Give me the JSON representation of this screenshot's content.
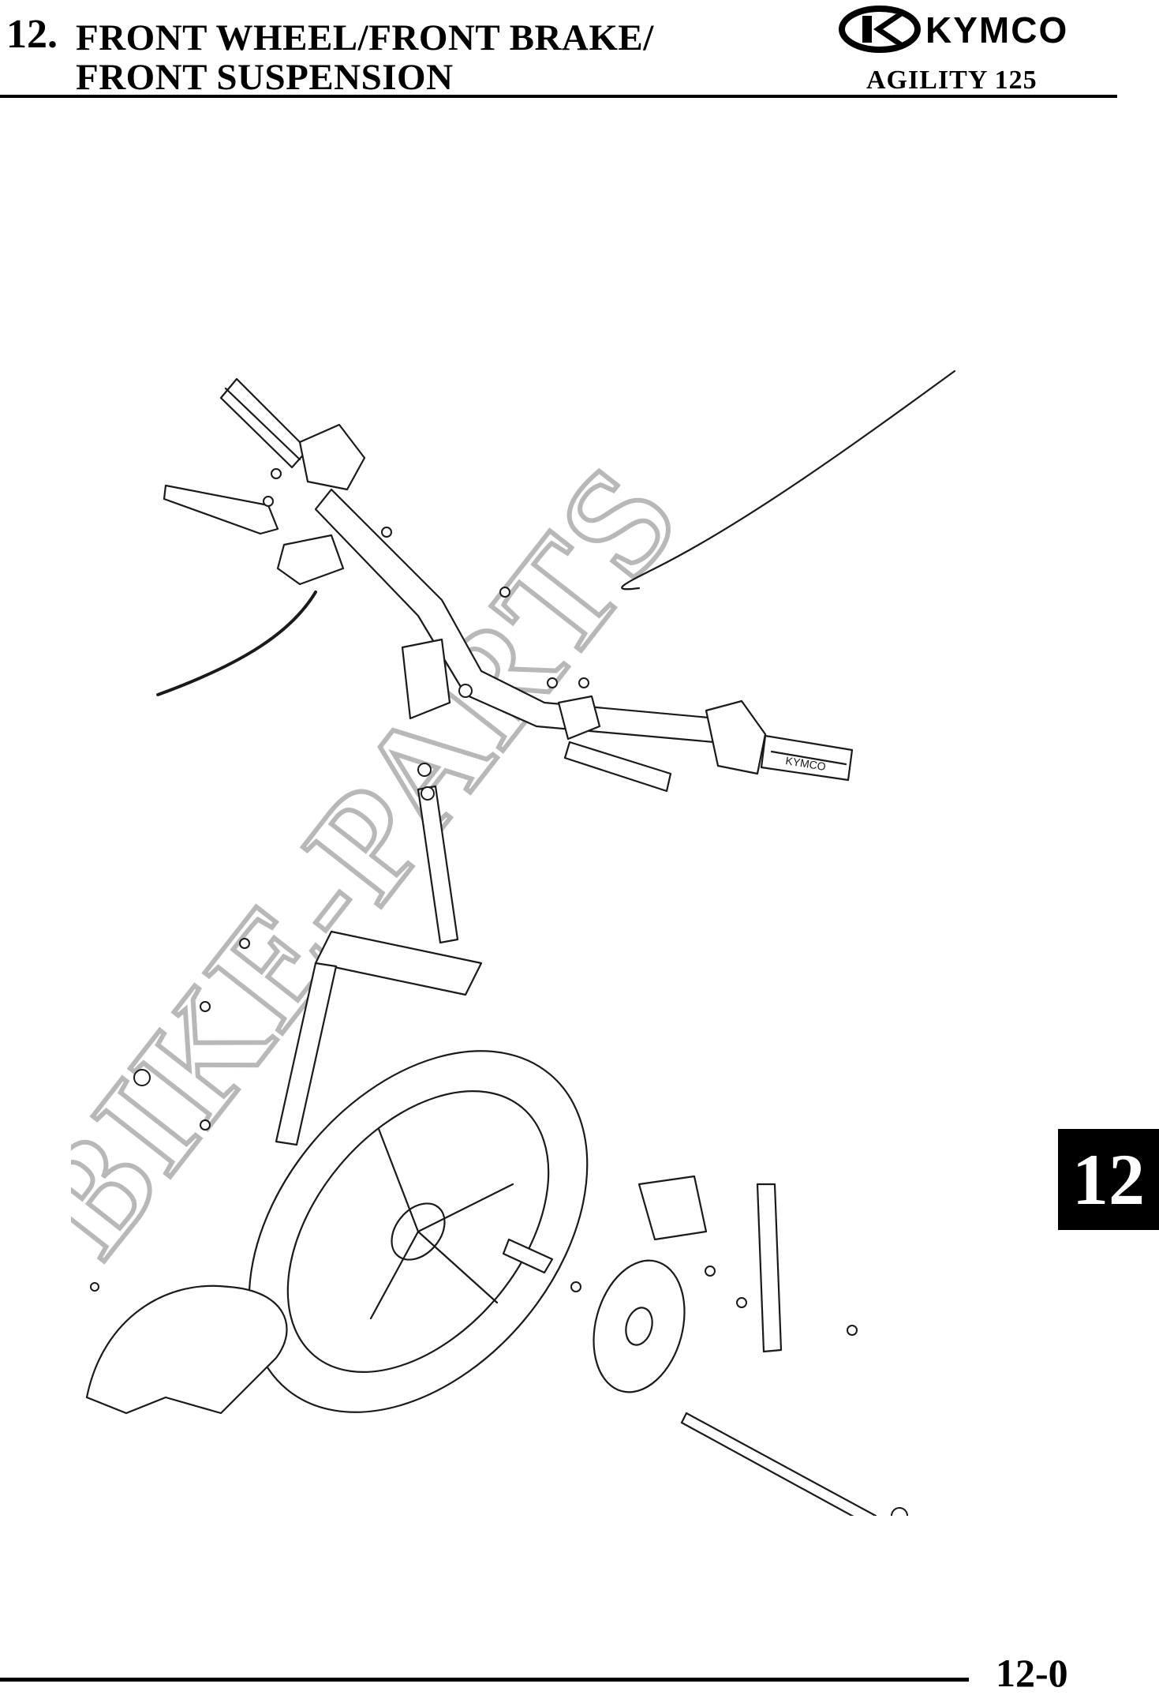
{
  "header": {
    "chapter_number": "12.",
    "title_line1": "FRONT WHEEL/FRONT BRAKE/",
    "title_line2": "FRONT SUSPENSION",
    "brand": "KYMCO",
    "model": "AGILITY 125"
  },
  "diagram": {
    "watermark": "BIKE-PARTS",
    "grip_text": "KYMCO"
  },
  "chapter_tab": "12",
  "footer": {
    "page_number": "12-0"
  }
}
